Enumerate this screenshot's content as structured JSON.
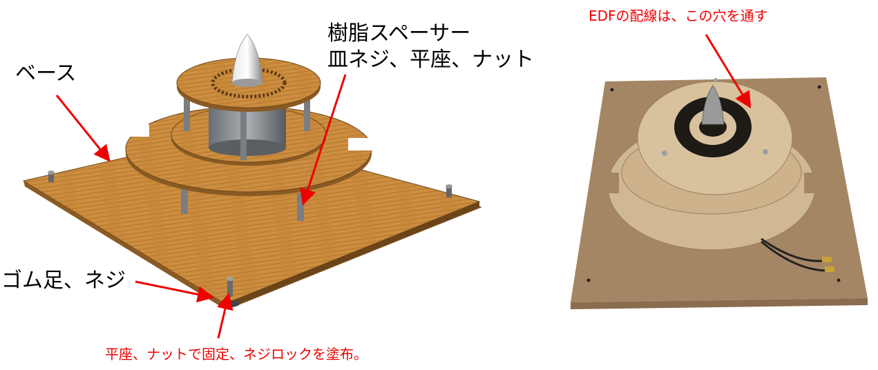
{
  "labels": {
    "base": "ベース",
    "spacer_line1": "樹脂スペーサー",
    "spacer_line2": "皿ネジ、平座、ナット",
    "rubber_feet": "ゴム足、ネジ",
    "fix_note": "平座、ナットで固定、ネジロックを塗布。",
    "edf_wiring": "EDFの配線は、この穴を通す"
  },
  "colors": {
    "annotation_red": "#ee0000",
    "wood": "#c98a3c",
    "plywood_photo": "#a98a6a"
  }
}
